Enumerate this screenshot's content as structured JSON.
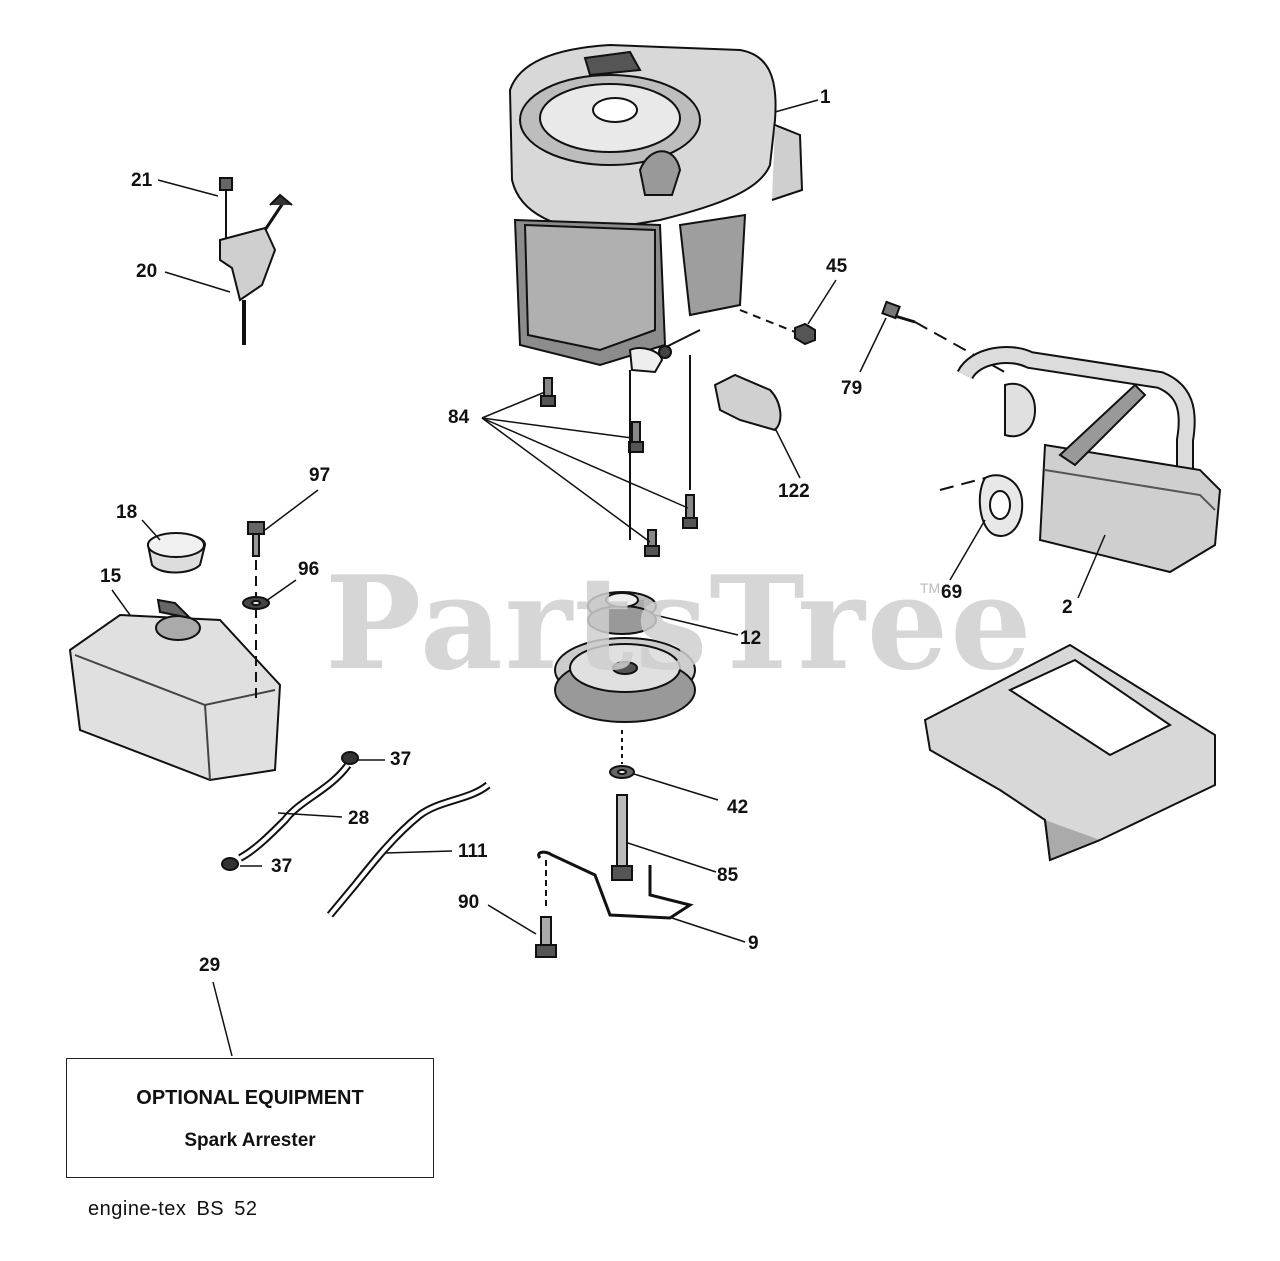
{
  "watermark": {
    "brand": "PartsTree",
    "trademark": "TM"
  },
  "callouts": {
    "c1": "1",
    "c2": "2",
    "c9": "9",
    "c12": "12",
    "c15": "15",
    "c18": "18",
    "c20": "20",
    "c21": "21",
    "c28": "28",
    "c29": "29",
    "c37a": "37",
    "c37b": "37",
    "c42": "42",
    "c45": "45",
    "c69": "69",
    "c79": "79",
    "c84": "84",
    "c85": "85",
    "c90": "90",
    "c96": "96",
    "c97": "97",
    "c111": "111",
    "c122": "122"
  },
  "optional_box": {
    "title": "OPTIONAL EQUIPMENT",
    "subtitle": "Spark Arrester"
  },
  "footer": {
    "code": "engine-tex BS 52"
  }
}
